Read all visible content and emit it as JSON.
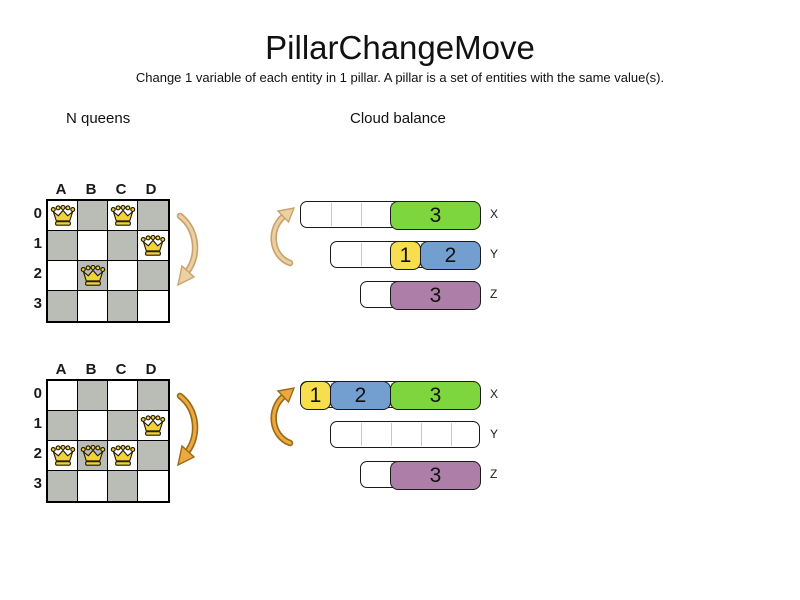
{
  "title": "PillarChangeMove",
  "subtitle": "Change 1 variable of each entity in 1 pillar. A pillar is a set of entities with the same value(s).",
  "sections": {
    "left_label": "N queens",
    "right_label": "Cloud balance"
  },
  "colors": {
    "green": "#7ed63e",
    "yellow": "#f6de4e",
    "blue": "#729fcf",
    "purple": "#ad7fa8",
    "board_gray": "#babdb6",
    "queen_gold": "#f2d334",
    "arrow_light": "#ecd0a4",
    "arrow_light_stroke": "#c8a36c",
    "arrow_dark": "#eca93f",
    "arrow_dark_stroke": "#9b6a16"
  },
  "boards": [
    {
      "id": "before",
      "columns": [
        "A",
        "B",
        "C",
        "D"
      ],
      "rows": [
        "0",
        "1",
        "2",
        "3"
      ],
      "queens": [
        {
          "col": "A",
          "row": 0
        },
        {
          "col": "C",
          "row": 0
        },
        {
          "col": "D",
          "row": 1
        },
        {
          "col": "B",
          "row": 2
        }
      ]
    },
    {
      "id": "after",
      "columns": [
        "A",
        "B",
        "C",
        "D"
      ],
      "rows": [
        "0",
        "1",
        "2",
        "3"
      ],
      "queens": [
        {
          "col": "D",
          "row": 1
        },
        {
          "col": "A",
          "row": 2
        },
        {
          "col": "B",
          "row": 2
        },
        {
          "col": "C",
          "row": 2
        }
      ]
    }
  ],
  "cloud": {
    "before": [
      {
        "label": "X",
        "capacity": 6,
        "blocks": [
          {
            "value": "3",
            "color": "green",
            "units": 3
          }
        ]
      },
      {
        "label": "Y",
        "capacity": 5,
        "blocks": [
          {
            "value": "1",
            "color": "yellow",
            "units": 1
          },
          {
            "value": "2",
            "color": "blue",
            "units": 2
          }
        ]
      },
      {
        "label": "Z",
        "capacity": 4,
        "blocks": [
          {
            "value": "3",
            "color": "purple",
            "units": 3
          }
        ]
      }
    ],
    "after": [
      {
        "label": "X",
        "capacity": 6,
        "blocks": [
          {
            "value": "1",
            "color": "yellow",
            "units": 1
          },
          {
            "value": "2",
            "color": "blue",
            "units": 2
          },
          {
            "value": "3",
            "color": "green",
            "units": 3
          }
        ]
      },
      {
        "label": "Y",
        "capacity": 5,
        "blocks": []
      },
      {
        "label": "Z",
        "capacity": 4,
        "blocks": [
          {
            "value": "3",
            "color": "purple",
            "units": 3
          }
        ]
      }
    ]
  }
}
